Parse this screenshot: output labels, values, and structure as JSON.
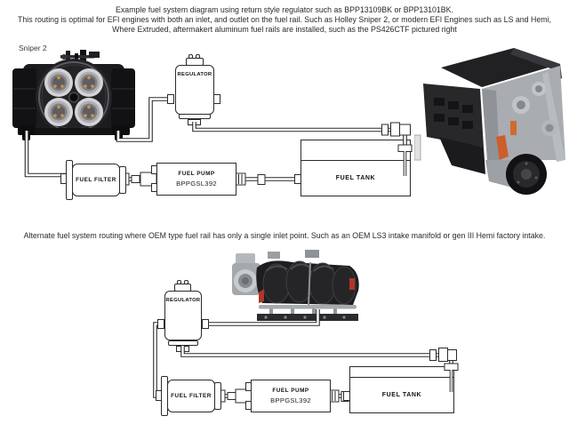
{
  "colors": {
    "background": "#ffffff",
    "line": "#2b2b2b",
    "text": "#2a2a2a",
    "label": "#111111"
  },
  "header": {
    "line1": "Example fuel system diagram using return style regulator such as BPP13109BK or BPP13101BK.",
    "line2": "This routing is optimal for EFI engines with both an inlet, and outlet on the fuel rail. Such as Holley Sniper 2, or modern EFI Engines such as LS and Hemi,",
    "line3": "Where Extruded, aftermakert aluminum fuel rails are installed, such as the PS426CTF pictured right"
  },
  "diagram_top": {
    "throttle_body_label": "Sniper 2",
    "regulator_label": "REGULATOR",
    "fuel_filter_label": "FUEL FILTER",
    "fuel_pump_label": "FUEL PUMP",
    "fuel_pump_part_number": "BPPGSL392",
    "fuel_tank_label": "FUEL TANK"
  },
  "middle_note": "Alternate fuel system routing where OEM type fuel rail has only a single inlet point. Such as an OEM LS3 intake manifold or gen III Hemi factory intake.",
  "diagram_bottom": {
    "regulator_label": "REGULATOR",
    "fuel_filter_label": "FUEL FILTER",
    "fuel_pump_label": "FUEL PUMP",
    "fuel_pump_part_number": "BPPGSL392",
    "fuel_tank_label": "FUEL TANK"
  }
}
